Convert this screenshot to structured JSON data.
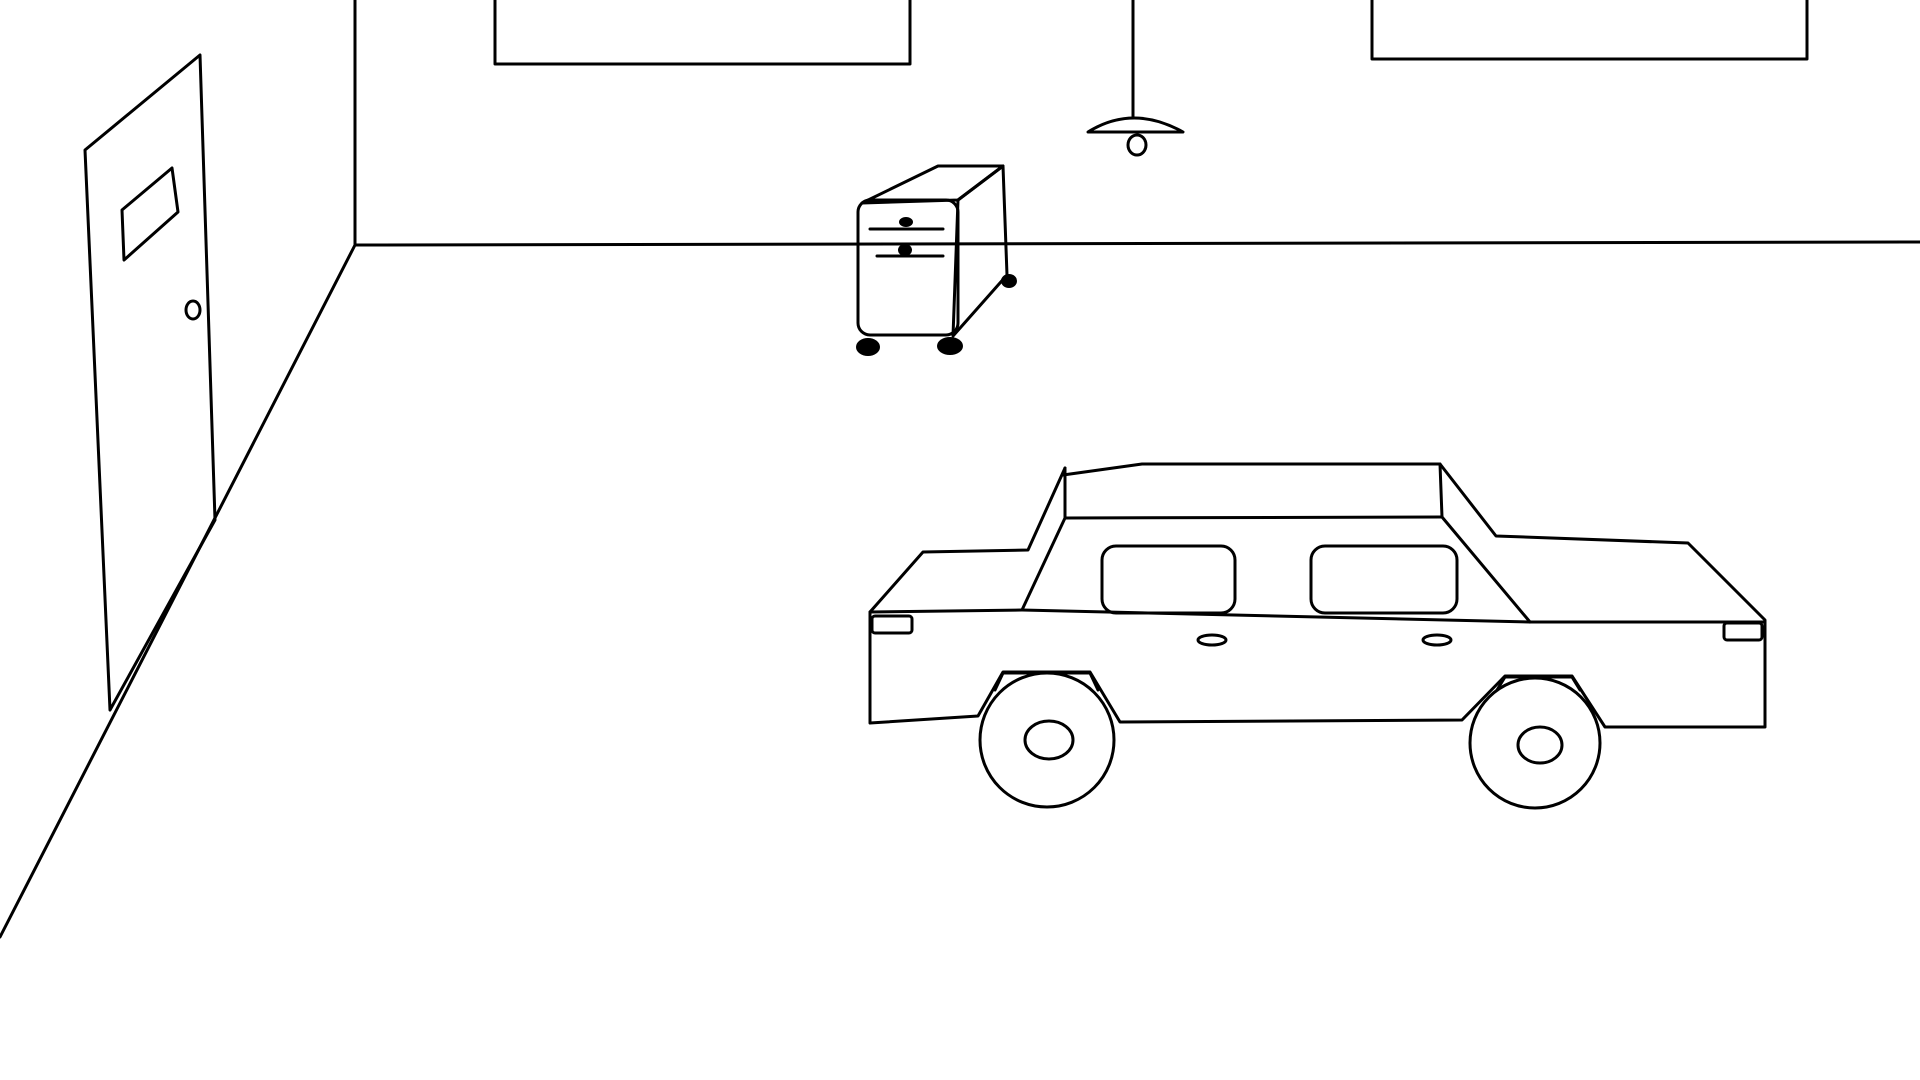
{
  "scene": {
    "background_color": "#ffffff",
    "line_color": "#000000",
    "objects": [
      "room-walls",
      "door",
      "ceiling-panel-left",
      "ceiling-panel-right",
      "ceiling-lamp",
      "file-cabinet",
      "car"
    ]
  }
}
